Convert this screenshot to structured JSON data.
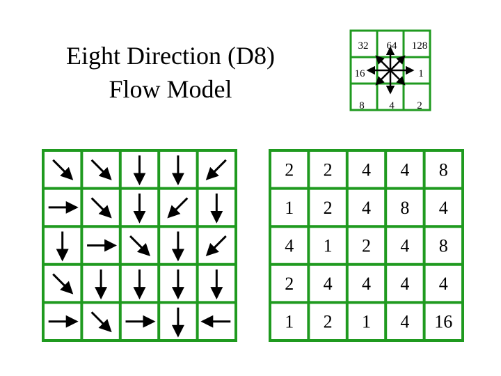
{
  "title_line1": "Eight Direction (D8)",
  "title_line2": "Flow Model",
  "colors": {
    "grid": "#1f9a1f",
    "arrow": "#000000",
    "text": "#000000"
  },
  "legend": {
    "labels": [
      [
        "32",
        "64",
        "128"
      ],
      [
        "16",
        "",
        "1"
      ],
      [
        "8",
        "4",
        "2"
      ]
    ]
  },
  "flow_codes": [
    [
      2,
      2,
      4,
      4,
      8
    ],
    [
      1,
      2,
      4,
      8,
      4
    ],
    [
      4,
      1,
      2,
      4,
      8
    ],
    [
      2,
      4,
      4,
      4,
      4
    ],
    [
      1,
      2,
      1,
      4,
      16
    ]
  ]
}
